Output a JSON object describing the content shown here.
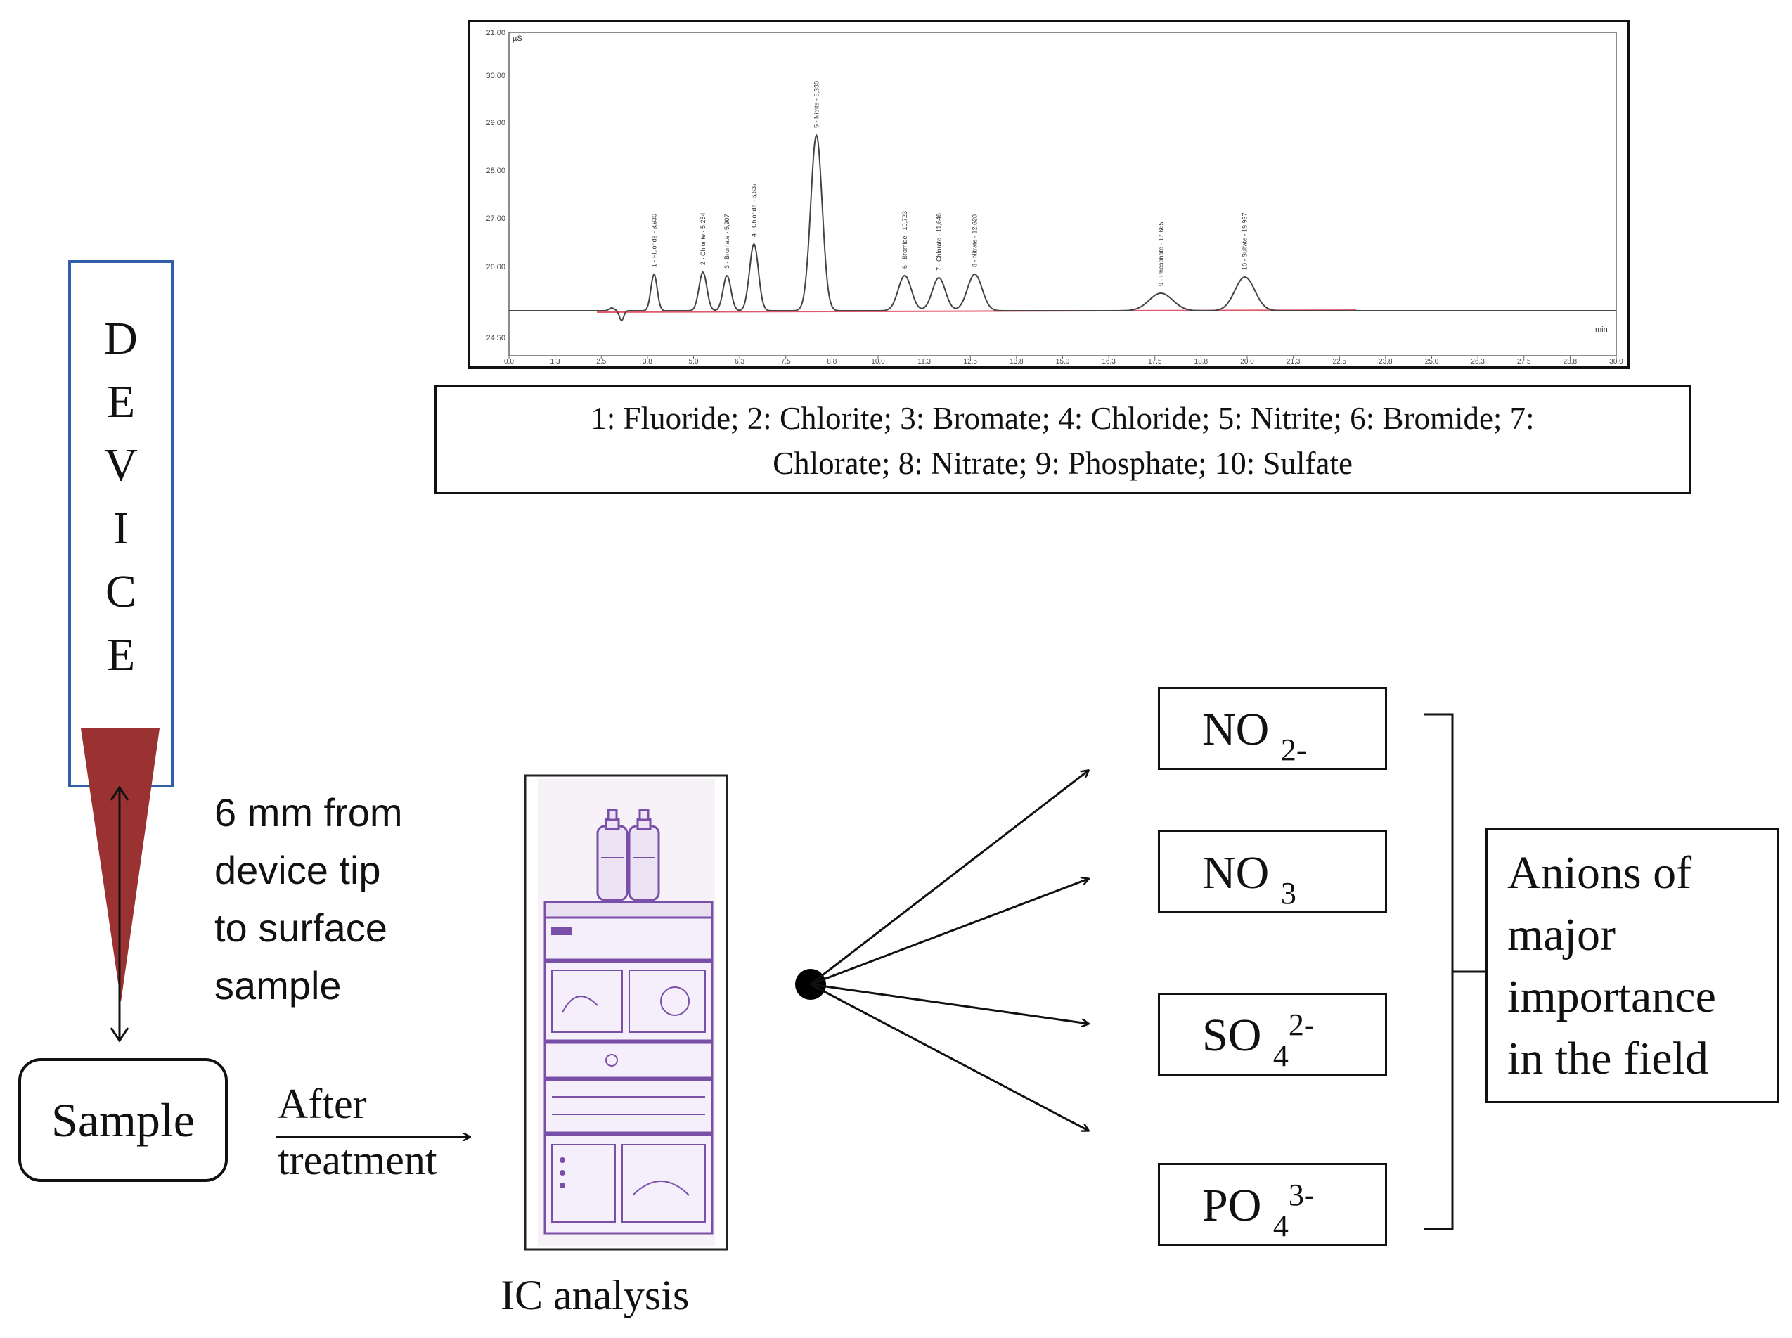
{
  "chromatogram": {
    "y_unit": "µS",
    "x_unit": "min",
    "y_ticks": [
      "21,00",
      "30,00",
      "29,00",
      "28,00",
      "27,00",
      "26,00",
      "24,50"
    ],
    "x_ticks": [
      "0,0",
      "1,3",
      "2,5",
      "3,8",
      "5,0",
      "6,3",
      "7,5",
      "8,8",
      "10,0",
      "11,3",
      "12,5",
      "13,8",
      "15,0",
      "16,3",
      "17,5",
      "18,8",
      "20,0",
      "21,3",
      "22,5",
      "23,8",
      "25,0",
      "26,3",
      "27,5",
      "28,8",
      "30,0"
    ],
    "peak_labels": [
      "1 - Fluoride - 3,930",
      "2 - Chlorite - 5,254",
      "3 - Bromate - 5,907",
      "4 - Chloride - 6,637",
      "5 - Nitrite - 8,330",
      "6 - Bromide - 10,723",
      "7 - Chlorate - 11,646",
      "8 - Nitrate - 12,620",
      "9 - Phosphate - 17,665",
      "10 - Sulfate - 19,937"
    ]
  },
  "legend": {
    "line1": "1: Fluoride;  2: Chlorite;  3: Bromate;  4: Chloride;  5: Nitrite;  6: Bromide;  7:",
    "line2": "Chlorate;  8: Nitrate;  9: Phosphate;  10: Sulfate"
  },
  "device": {
    "letters": [
      "D",
      "E",
      "V",
      "I",
      "C",
      "E"
    ]
  },
  "distance_note": [
    "6 mm from",
    "device tip",
    "to  surface",
    "sample"
  ],
  "sample": {
    "label": "Sample"
  },
  "after_treatment": [
    "After",
    "treatment"
  ],
  "ic_analysis": {
    "label": "IC analysis"
  },
  "ions": [
    {
      "main": "NO",
      "sub": "2-",
      "sup": ""
    },
    {
      "main": "NO",
      "sub": "3",
      "sup": ""
    },
    {
      "main": "SO",
      "sub": "4",
      "sup": "2-"
    },
    {
      "main": "PO",
      "sub": "4",
      "sup": "3-"
    }
  ],
  "anions_label": [
    "Anions of",
    "major",
    "importance",
    "in the field"
  ],
  "colors": {
    "device_border": "#2f5fa6",
    "device_tip": "#9a3232",
    "baseline": "#e05a6a",
    "instrument": "#7a4fa8"
  }
}
